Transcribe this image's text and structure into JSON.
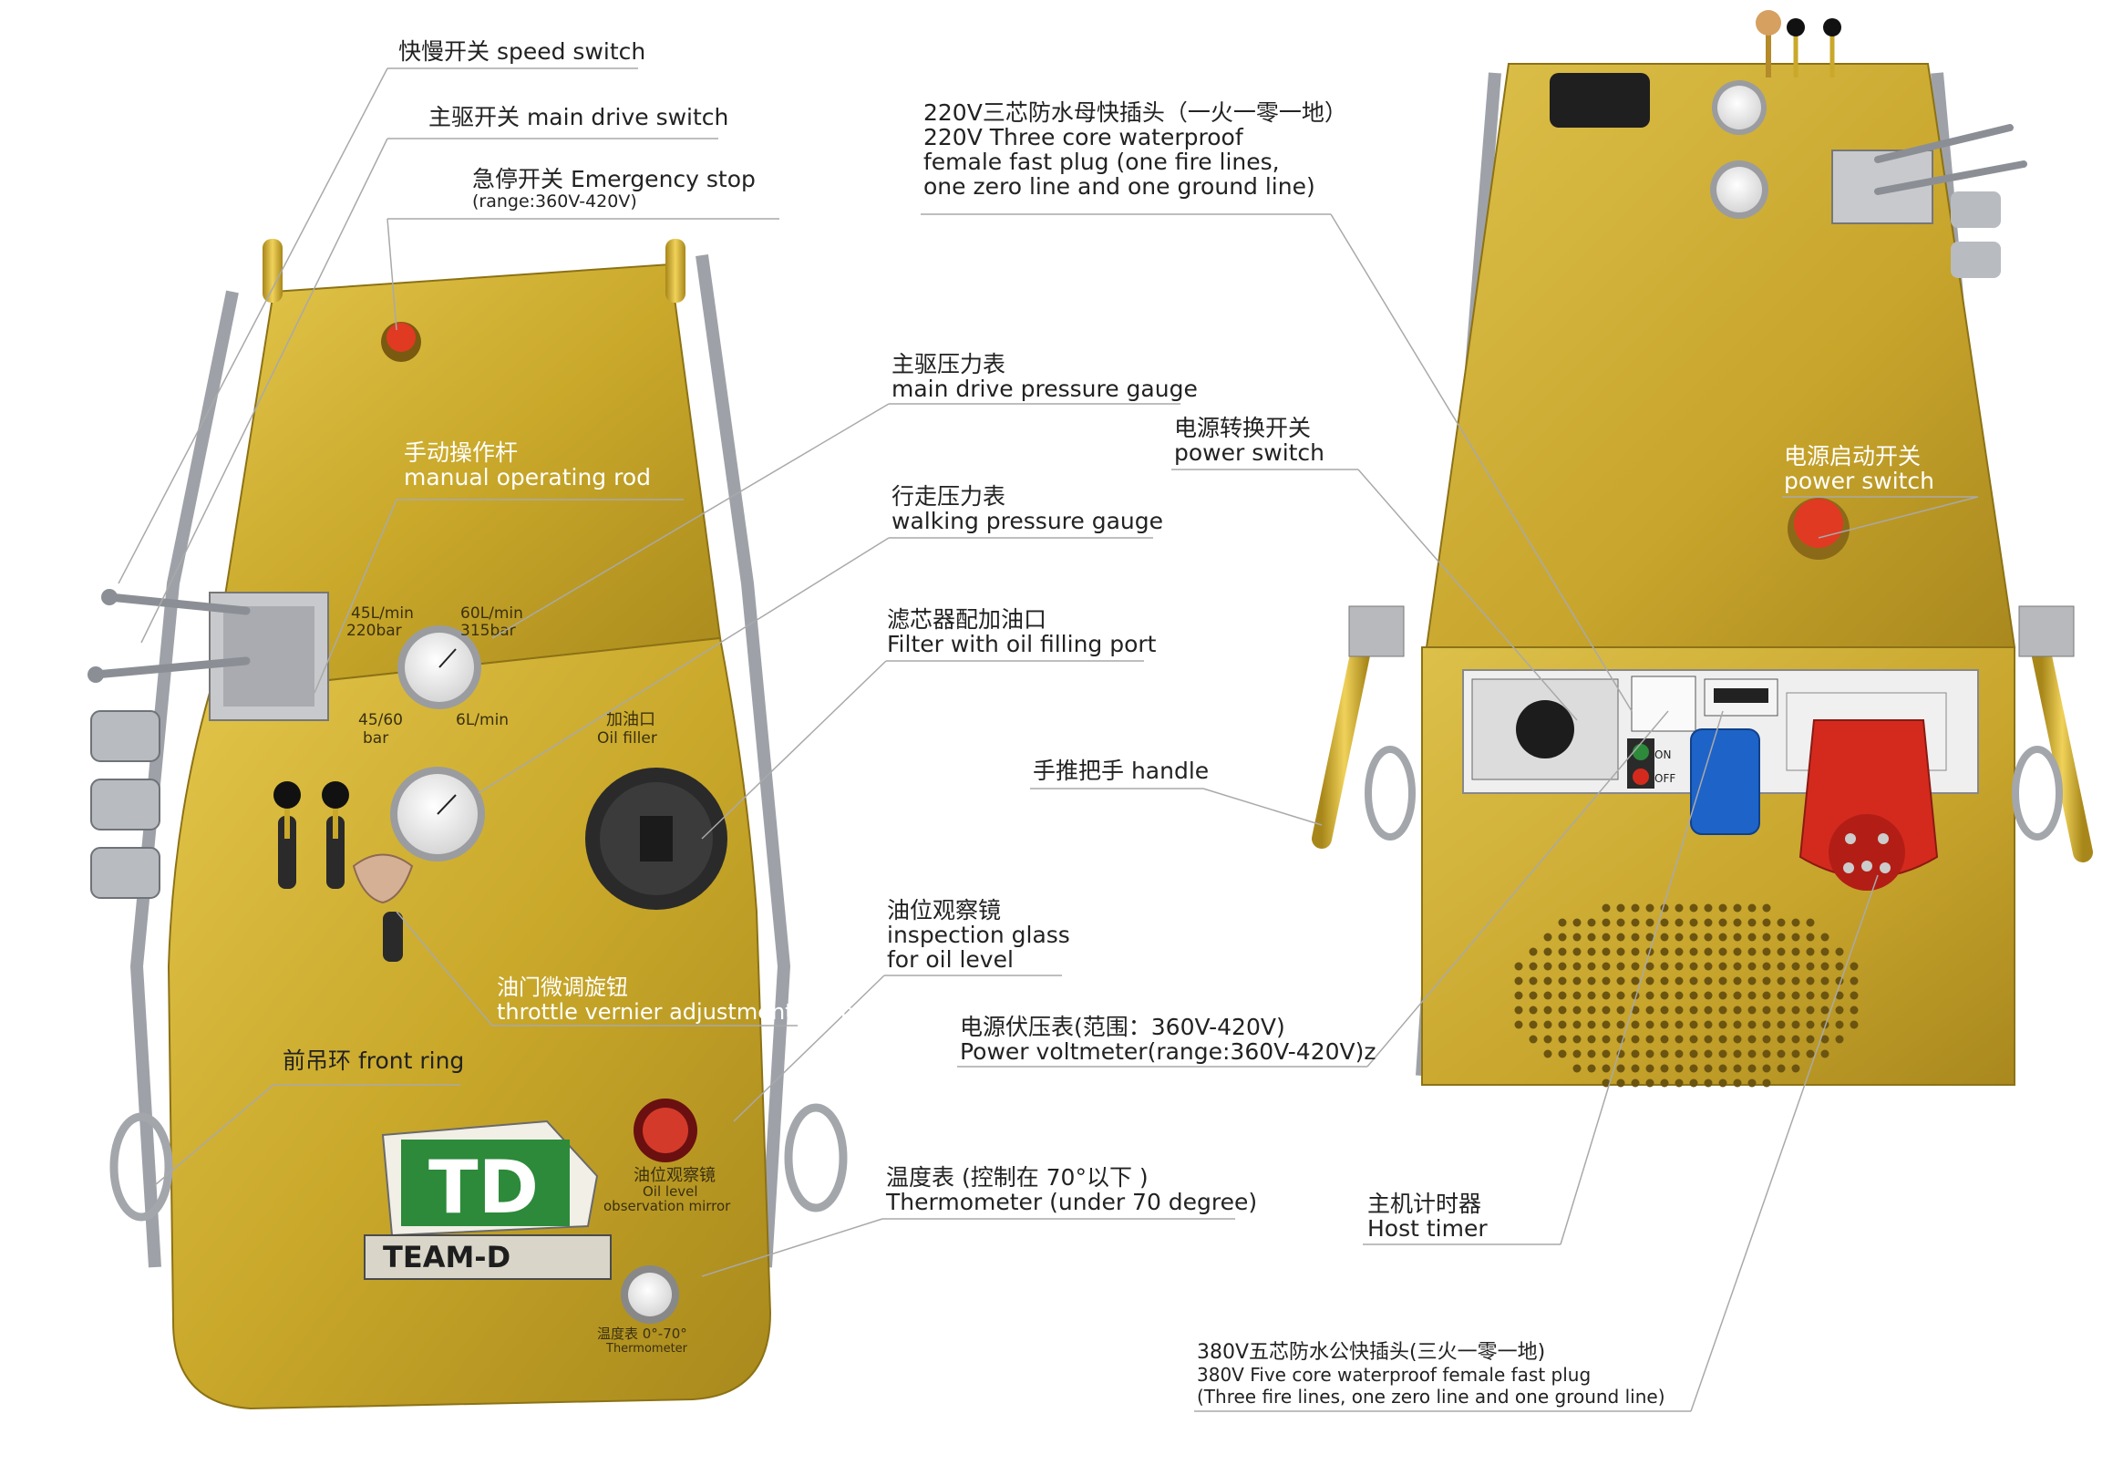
{
  "labels": {
    "speed_switch": "快慢开关 speed switch",
    "main_drive_switch": "主驱开关  main drive switch",
    "emergency_stop": "急停开关  Emergency stop",
    "emergency_stop_range": "(range:360V-420V)",
    "manual_rod_cn": "手动操作杆",
    "manual_rod_en": "manual operating rod",
    "main_drive_gauge_cn": "主驱压力表",
    "main_drive_gauge_en": "main drive pressure gauge",
    "walking_gauge_cn": "行走压力表",
    "walking_gauge_en": " walking pressure gauge",
    "filter_cn": "滤芯器配加油口",
    "filter_en": "Filter with oil filling port",
    "inspection_cn": "油位观察镜",
    "inspection_en1": "inspection glass",
    "inspection_en2": "for oil level",
    "throttle_cn": "油门微调旋钮",
    "throttle_en": "throttle vernier adjustment knob",
    "front_ring": "前吊环 front ring",
    "thermometer_cn": "温度表 (控制在 70°以下 )",
    "thermometer_en": "Thermometer (under 70 degree)",
    "plug220_cn": "220V三芯防水母快插头（一火一零一地）",
    "plug220_en1": "220V Three core waterproof",
    "plug220_en2": "female fast plug (one fire lines,",
    "plug220_en3": "one zero line and one ground line)",
    "power_switch_cn": "电源转换开关",
    "power_switch_en": "power switch",
    "power_start_cn": "电源启动开关",
    "power_start_en": "power switch",
    "handle": "手推把手 handle",
    "voltmeter_cn": "电源伏压表(范围：360V-420V)",
    "voltmeter_en": " Power voltmeter(range:360V-420V)z",
    "timer_cn": "主机计时器",
    "timer_en": "Host timer",
    "plug380_cn": "380V五芯防水公快插头(三火一零一地)",
    "plug380_en1": "380V Five core waterproof  female fast plug",
    "plug380_en2": "(Three fire lines, one zero line and one ground line)"
  },
  "panel_text": {
    "flow_45": "45L/min",
    "pressure_220": "220bar",
    "flow_60": "60L/min",
    "pressure_315": "315bar",
    "bar_4560": "45/60",
    "bar": "bar",
    "flow_6": "6L/min",
    "oil_filler_cn": "加油口",
    "oil_filler_en": "Oil filler",
    "oil_level_cn": "油位观察镜",
    "oil_level_en1": "Oil level",
    "oil_level_en2": "observation mirror",
    "thermo_cn": "温度表 0°-70°",
    "thermo_en": "Thermometer",
    "brand": "TEAM-D",
    "on": "ON",
    "off": "OFF"
  },
  "colors": {
    "gold": "#c9a82a",
    "gold_dark": "#a4841a",
    "logo_green": "#2c8a3a",
    "plug_red": "#d42a1e",
    "plug_blue": "#1e63c8",
    "stop_red": "#e03a22"
  }
}
